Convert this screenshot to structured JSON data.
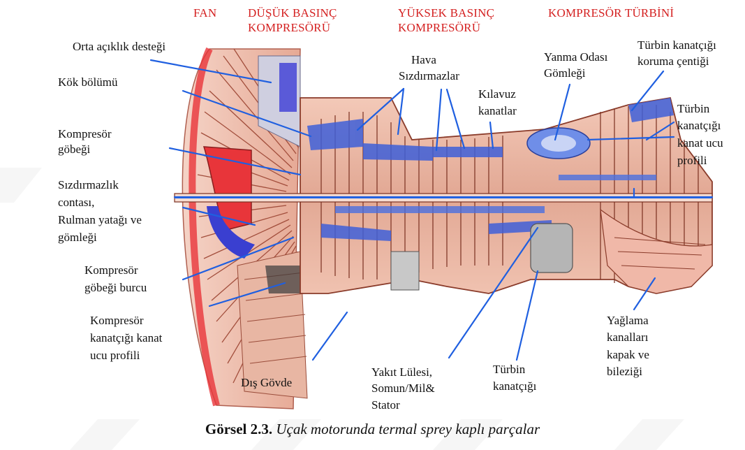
{
  "colors": {
    "header_text": "#d42020",
    "label_text": "#111111",
    "leader_line": "#1f5fe0",
    "engine_body": "#e9b3a0",
    "engine_dark": "#8a3b2a",
    "fan_red": "#e8353a",
    "nacelle_blue": "#3a3fd0"
  },
  "headers": {
    "fan": "FAN",
    "lpc_line1": "DÜŞÜK BASINÇ",
    "lpc_line2": "KOMPRESÖRÜ",
    "hpc_line1": "YÜKSEK BASINÇ",
    "hpc_line2": "KOMPRESÖRÜ",
    "turbine": "KOMPRESÖR TÜRBİNİ"
  },
  "labels": {
    "orta_aciklik": "Orta açıklık desteği",
    "kok_bolumu": "Kök bölümü",
    "kompresor_gobegi_1": "Kompresör",
    "kompresor_gobegi_2": "göbeği",
    "sizdirmazlik_1": "Sızdırmazlık",
    "sizdirmazlik_2": "contası,",
    "sizdirmazlik_3": "Rulman yatağı ve",
    "sizdirmazlik_4": "gömleği",
    "burcu_1": "Kompresör",
    "burcu_2": "göbeği burcu",
    "kanat_ucu_1": "Kompresör",
    "kanat_ucu_2": "kanatçığı kanat",
    "kanat_ucu_3": "ucu profili",
    "dis_govde": "Dış Gövde",
    "hava_1": "Hava",
    "hava_2": "Sızdırmazlar",
    "kilavuz_1": "Kılavuz",
    "kilavuz_2": "kanatlar",
    "yanma_1": "Yanma Odası",
    "yanma_2": "Gömleği",
    "koruma_1": "Türbin kanatçığı",
    "koruma_2": "koruma çentiği",
    "turbin_profil_1": "Türbin",
    "turbin_profil_2": "kanatçığı",
    "turbin_profil_3": "kanat ucu",
    "turbin_profil_4": "profili",
    "yakit_1": "Yakıt Lülesi,",
    "yakit_2": "Somun/Mil&",
    "yakit_3": "Stator",
    "turbin_kanatcigi_1": "Türbin",
    "turbin_kanatcigi_2": "kanatçığı",
    "yaglama_1": "Yağlama",
    "yaglama_2": "kanalları",
    "yaglama_3": "kapak ve",
    "yaglama_4": "bileziği"
  },
  "caption": {
    "number": "Görsel 2.3.",
    "text": "Uçak motorunda termal sprey kaplı parçalar"
  }
}
